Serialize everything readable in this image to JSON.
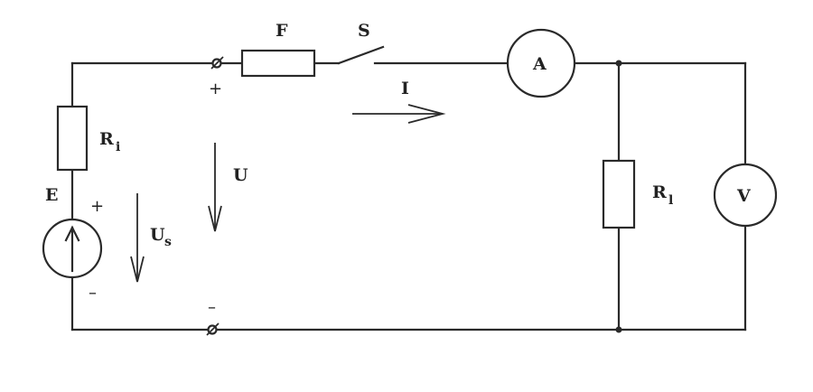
{
  "diagram": {
    "labels": {
      "fuse": "F",
      "switch": "S",
      "ammeter": "A",
      "voltmeter": "V",
      "source": "E",
      "current": "I",
      "terminal_voltage": "U",
      "source_voltage_main": "U",
      "source_voltage_sub": "s",
      "internal_resistor_main": "R",
      "internal_resistor_sub": "i",
      "load_resistor_main": "R",
      "load_resistor_sub": "l"
    },
    "signs": {
      "terminal_plus": "+",
      "terminal_minus": "–",
      "source_plus": "+",
      "source_minus": "–"
    }
  }
}
